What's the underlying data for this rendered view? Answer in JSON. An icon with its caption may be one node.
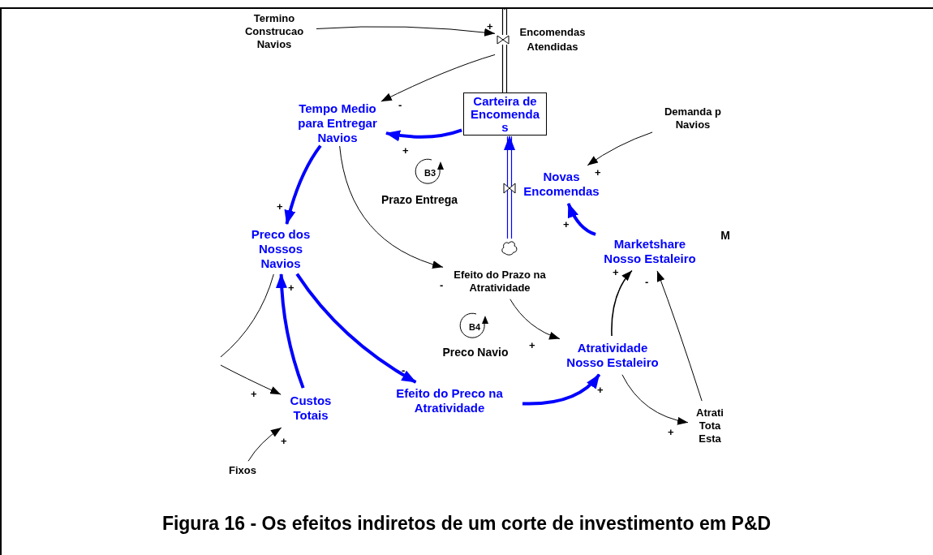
{
  "diagram": {
    "caption": "Figura 16 - Os efeitos indiretos de um corte de investimento em P&D",
    "nodes": [
      {
        "text": [
          "Termino Construcao Navios"
        ]
      },
      {
        "text": [
          "Encomendas Atendidas"
        ]
      },
      {
        "text": [
          "Carteira de Encomendas"
        ]
      },
      {
        "text": [
          "Tempo Medio para Entregar Navios"
        ]
      },
      {
        "text": [
          "Novas Encomendas"
        ]
      },
      {
        "text": [
          "Demanda p Navios"
        ]
      },
      {
        "text": [
          "Preco dos Nossos Navios"
        ]
      },
      {
        "text": [
          "Marketshare Nosso Estaleiro"
        ]
      },
      {
        "text": [
          "Efeito do Prazo na Atratividade"
        ]
      },
      {
        "text": [
          "Atratividade Nosso Estaleiro"
        ]
      },
      {
        "text": [
          "Custos Totais"
        ]
      },
      {
        "text": [
          "Efeito do Preco na Atratividade"
        ]
      },
      {
        "text": [
          "Atrati Tota Esta"
        ]
      },
      {
        "text": [
          "Fixos"
        ]
      },
      {
        "text": [],
        "shape": "cloud"
      }
    ],
    "edges": [
      {
        "from": 0,
        "to": 1,
        "arrow": "to",
        "label": "+"
      },
      {
        "from": 1,
        "to": 3,
        "arrow": "to",
        "label": "-"
      },
      {
        "from": 2,
        "to": 3,
        "arrow": "to",
        "label": "+",
        "style": "thick",
        "color": "#0000ff"
      },
      {
        "from": 3,
        "to": 6,
        "arrow": "to",
        "label": "+",
        "style": "thick",
        "color": "#0000ff"
      },
      {
        "from": 3,
        "to": 8,
        "arrow": "to",
        "label": "-"
      },
      {
        "from": 5,
        "to": 4,
        "arrow": "to",
        "label": "+"
      },
      {
        "from": 7,
        "to": 4,
        "arrow": "to",
        "label": "+",
        "style": "thick",
        "color": "#0000ff"
      },
      {
        "from": 14,
        "to": 2,
        "arrow": "to",
        "color": "#0000ff"
      },
      {
        "from": 2,
        "to": null,
        "arrow": "none"
      },
      {
        "from": 10,
        "to": 6,
        "arrow": "to",
        "label": "+",
        "style": "thick",
        "color": "#0000ff"
      },
      {
        "from": 6,
        "to": 11,
        "arrow": "to",
        "label": "-",
        "style": "thick",
        "color": "#0000ff"
      },
      {
        "from": 8,
        "to": 9,
        "arrow": "to",
        "label": "+"
      },
      {
        "from": 11,
        "to": 9,
        "arrow": "to",
        "label": "+",
        "style": "thick",
        "color": "#0000ff"
      },
      {
        "from": 9,
        "to": 7,
        "arrow": "to",
        "label": "+"
      },
      {
        "from": 9,
        "to": 12,
        "arrow": "to",
        "label": "+"
      },
      {
        "from": 12,
        "to": 7,
        "arrow": "to",
        "label": "-"
      },
      {
        "from": 13,
        "to": 10,
        "arrow": "to",
        "label": "+"
      },
      {
        "from": 6,
        "to": null,
        "arrow": "none"
      },
      {
        "from": null,
        "to": 10,
        "arrow": "to",
        "label": "+"
      }
    ],
    "labels": [
      "B3",
      "Prazo Entrega",
      "B4",
      "Preco Navio",
      "M"
    ]
  }
}
